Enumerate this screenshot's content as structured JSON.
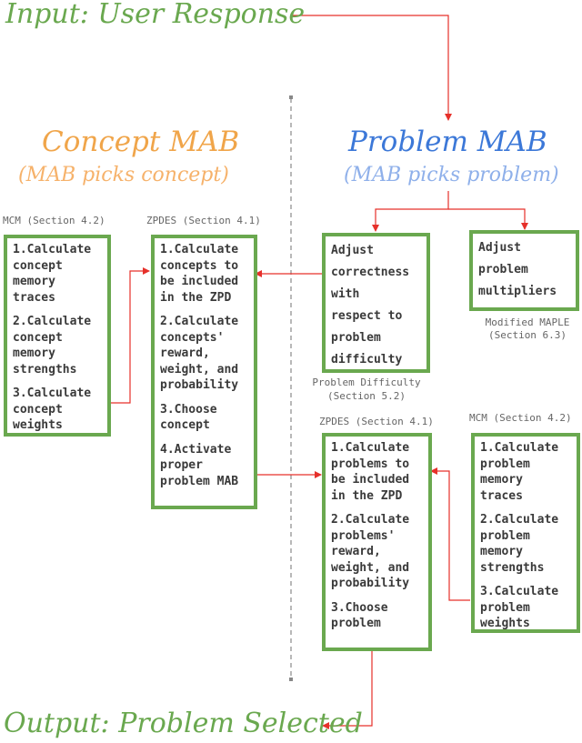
{
  "input_label": "Input: User Response",
  "output_label": "Output: Problem Selected",
  "concept_mab": {
    "title": "Concept MAB",
    "subtitle": "(MAB picks concept)"
  },
  "problem_mab": {
    "title": "Problem MAB",
    "subtitle": "(MAB picks problem)"
  },
  "colors": {
    "green": "#6aa84f",
    "orange": "#f0a54a",
    "orange_light": "#f6b26b",
    "blue": "#3c78d8",
    "blue_light": "#8fb0ea",
    "red": "#e6302a"
  },
  "boxes": {
    "mcm_concept": {
      "section": "MCM (Section 4.2)",
      "steps": [
        "1.Calculate\nconcept\nmemory\ntraces",
        "2.Calculate\nconcept\nmemory\nstrengths",
        "3.Calculate\nconcept\nweights"
      ]
    },
    "zpdes_concept": {
      "section": "ZPDES (Section 4.1)",
      "steps": [
        "1.Calculate\nconcepts to\nbe included\nin the ZPD",
        "2.Calculate\nconcepts'\nreward,\nweight, and\nprobability",
        "3.Choose\nconcept",
        "4.Activate\nproper\nproblem MAB"
      ]
    },
    "adjust_correctness": {
      "section": "Problem Difficulty\n(Section 5.2)",
      "text": "Adjust\ncorrectness\nwith\nrespect to\nproblem\ndifficulty"
    },
    "adjust_multipliers": {
      "section": "Modified MAPLE\n(Section 6.3)",
      "text": "Adjust\nproblem\nmultipliers"
    },
    "zpdes_problem": {
      "section": "ZPDES (Section 4.1)",
      "steps": [
        "1.Calculate\nproblems to\nbe included\nin the ZPD",
        "2.Calculate\nproblems'\nreward,\nweight, and\nprobability",
        "3.Choose\nproblem"
      ]
    },
    "mcm_problem": {
      "section": "MCM (Section 4.2)",
      "steps": [
        "1.Calculate\nproblem\nmemory\ntraces",
        "2.Calculate\nproblem\nmemory\nstrengths",
        "3.Calculate\nproblem\nweights"
      ]
    }
  }
}
